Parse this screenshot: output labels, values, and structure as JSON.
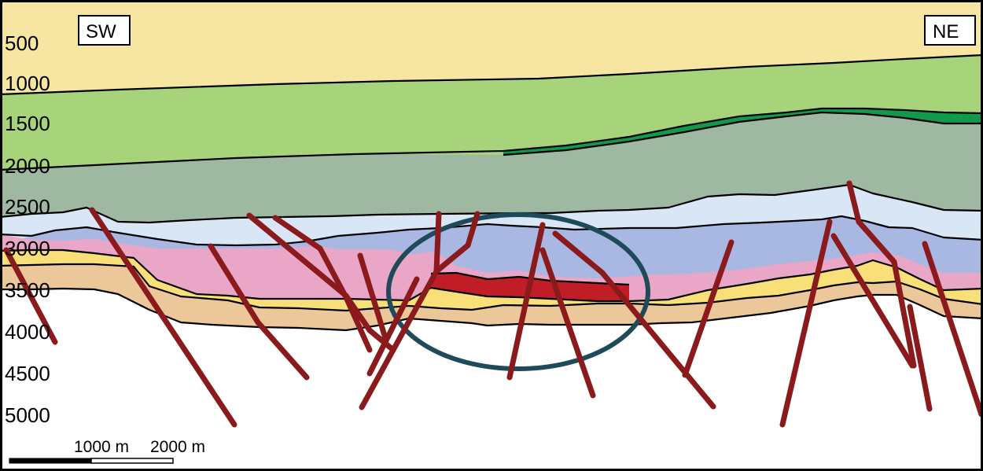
{
  "section": {
    "direction_left": "SW",
    "direction_right": "NE",
    "depth_labels": [
      "500",
      "1000",
      "1500",
      "2000",
      "2500",
      "3000",
      "3500",
      "4000",
      "4500",
      "5000"
    ],
    "scale_bar": {
      "label_1": "1000 m",
      "label_2": "2000 m"
    },
    "colors": {
      "fill_upper": "#f7e6a2",
      "fill_green": "#a7d47a",
      "fill_dark_green_band": "#129a4a",
      "fill_grey_green": "#9eb8a2",
      "fill_light_blue": "#d8e6f6",
      "fill_blue": "#a9b8e2",
      "fill_pink": "#eaa6c6",
      "fill_red": "#c01d26",
      "fill_yellow": "#f8df78",
      "fill_tan": "#ecc79a",
      "fault": "#8b1a1c",
      "highlight_ellipse": "#1e4a5a"
    }
  }
}
